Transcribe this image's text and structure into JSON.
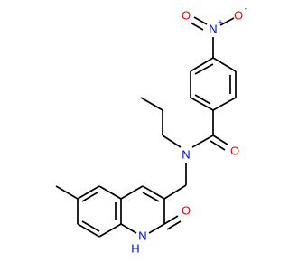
{
  "molecule": {
    "colors": {
      "bond": "#000000",
      "carbon": "#000000",
      "nitrogen": "#0000FF",
      "oxygen": "#FF0000"
    },
    "atoms": {
      "nitro_n": {
        "text": "N",
        "charge": "+",
        "element": "nitrogen"
      },
      "nitro_o_top": {
        "text": "O",
        "charge": "-",
        "element": "oxygen"
      },
      "nitro_o_left": {
        "text": "O",
        "element": "oxygen"
      },
      "amide_n": {
        "text": "N",
        "element": "nitrogen"
      },
      "amide_o": {
        "text": "O",
        "element": "oxygen"
      },
      "quinolone_nh": {
        "text": "N",
        "h": "H",
        "element": "nitrogen"
      },
      "quinolone_o": {
        "text": "O",
        "element": "oxygen"
      }
    }
  }
}
